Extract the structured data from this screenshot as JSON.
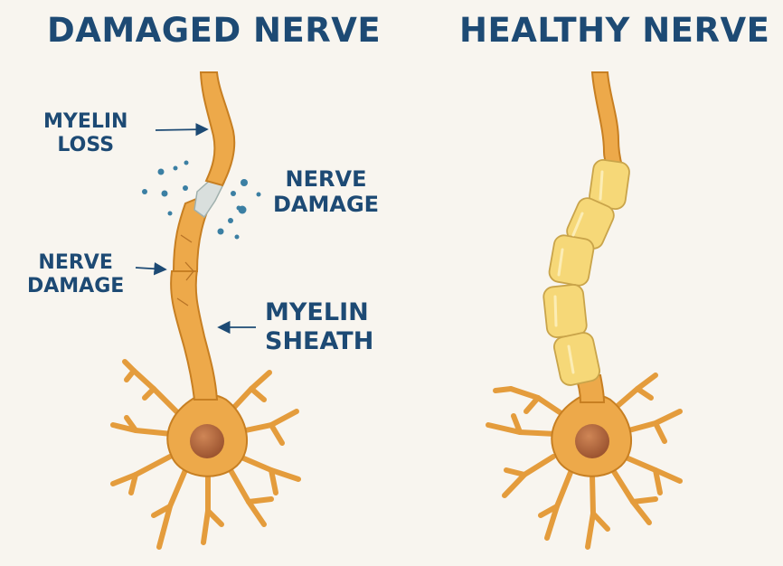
{
  "titles": {
    "damaged": "DAMAGED NERVE",
    "healthy": "HEALTHY NERVE"
  },
  "labels": {
    "myelin_loss": [
      "MYELIN",
      "LOSS"
    ],
    "nerve_damage_right": [
      "NERVE",
      "DAMAGE"
    ],
    "nerve_damage_left": [
      "NERVE",
      "DAMAGE"
    ],
    "myelin_sheath": [
      "MYELIN",
      "SHEATH"
    ]
  },
  "colors": {
    "text": "#1d4a74",
    "neuron_fill": "#eda94a",
    "neuron_stroke": "#c77f22",
    "nucleus": "#b56a3c",
    "myelin_fill": "#f6d878",
    "myelin_stroke": "#c9a44a",
    "debris": "#3b7fa3",
    "background": "#f8f5ef"
  }
}
